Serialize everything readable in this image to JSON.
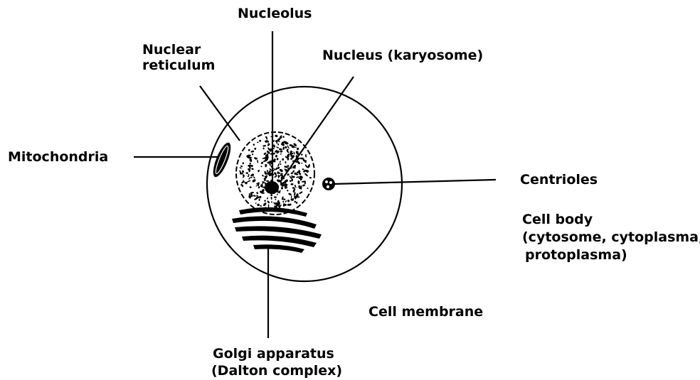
{
  "labels": {
    "nucleolus": "Nucleolus",
    "nuclear_reticulum": [
      "Nuclear",
      "reticulum"
    ],
    "nucleus": "Nucleus (karyosome)",
    "mitochondria": "Mitochondria",
    "centrioles": "Centrioles",
    "cell_body": [
      "Cell body",
      "(cytosome, cytoplasma,",
      "protoplasma)"
    ],
    "cell_membrane": "Cell membrane",
    "golgi": [
      "Golgi apparatus",
      "(Dalton complex)"
    ]
  }
}
